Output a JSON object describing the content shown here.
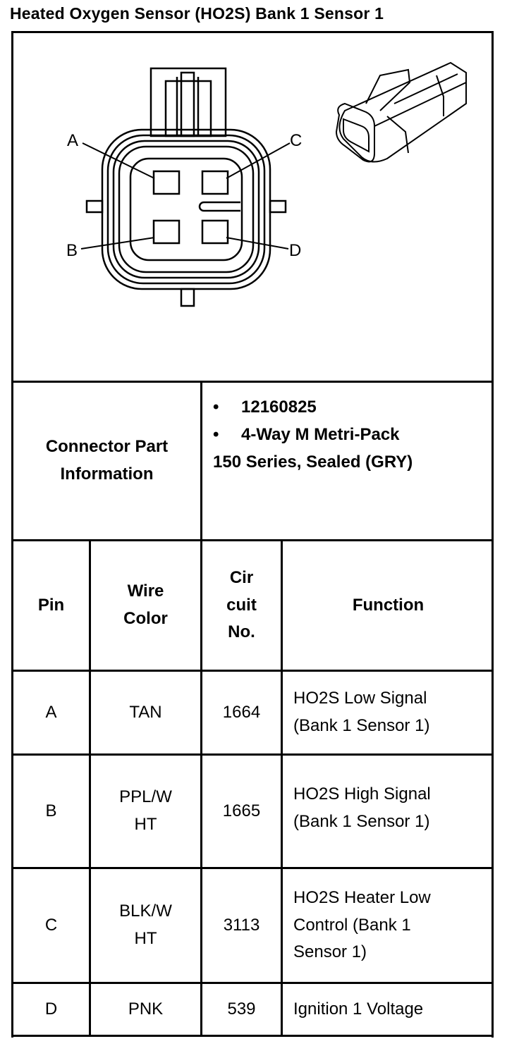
{
  "title": "Heated Oxygen Sensor (HO2S) Bank 1 Sensor 1",
  "diagram": {
    "pin_labels": [
      "A",
      "B",
      "C",
      "D"
    ]
  },
  "connector": {
    "label_line1": "Connector Part",
    "label_line2": "Information",
    "bullet1": "12160825",
    "bullet2": "4-Way M Metri-Pack",
    "line3": "150 Series, Sealed (GRY)"
  },
  "table": {
    "headers": {
      "pin": "Pin",
      "wire_color_line1": "Wire",
      "wire_color_line2": "Color",
      "circuit_line1": "Cir",
      "circuit_line2": "cuit",
      "circuit_line3": "No.",
      "function": "Function"
    },
    "rows": [
      {
        "pin": "A",
        "color_line1": "TAN",
        "color_line2": "",
        "circuit": "1664",
        "function_line1": "HO2S Low Signal",
        "function_line2": "(Bank 1 Sensor 1)",
        "function_line3": ""
      },
      {
        "pin": "B",
        "color_line1": "PPL/W",
        "color_line2": "HT",
        "circuit": "1665",
        "function_line1": "HO2S High Signal",
        "function_line2": "(Bank 1 Sensor 1)",
        "function_line3": ""
      },
      {
        "pin": "C",
        "color_line1": "BLK/W",
        "color_line2": "HT",
        "circuit": "3113",
        "function_line1": "HO2S Heater Low",
        "function_line2": "Control (Bank 1",
        "function_line3": "Sensor 1)"
      },
      {
        "pin": "D",
        "color_line1": "PNK",
        "color_line2": "",
        "circuit": "539",
        "function_line1": "Ignition 1 Voltage",
        "function_line2": "",
        "function_line3": ""
      }
    ]
  }
}
